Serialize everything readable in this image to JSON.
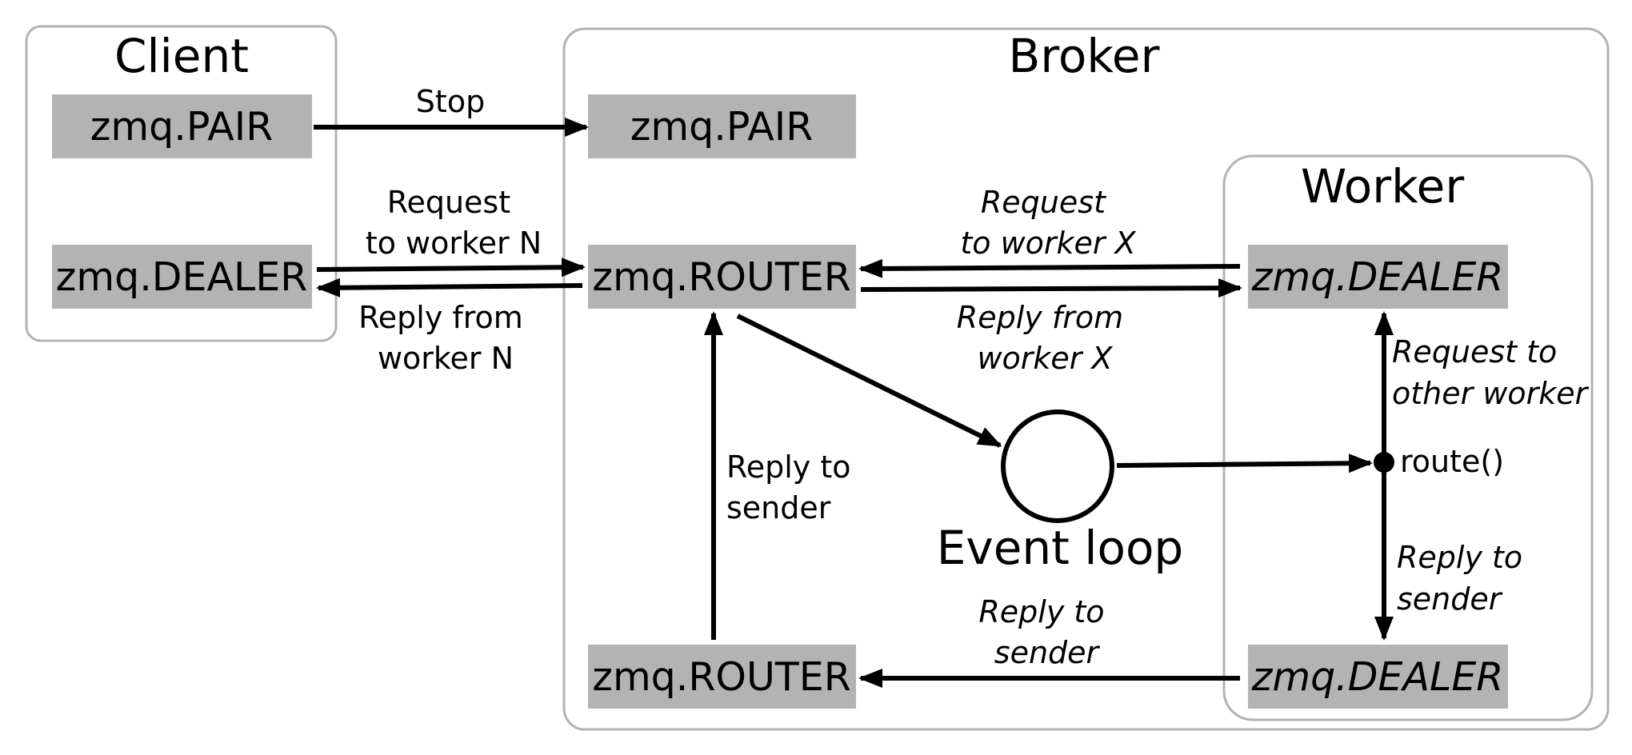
{
  "groups": {
    "client": "Client",
    "broker": "Broker",
    "worker": "Worker"
  },
  "sockets": {
    "client_pair": "zmq.PAIR",
    "client_dealer": "zmq.DEALER",
    "broker_pair": "zmq.PAIR",
    "broker_router_front": "zmq.ROUTER",
    "broker_router_back": "zmq.ROUTER",
    "worker_dealer_top": "zmq.DEALER",
    "worker_dealer_bottom": "zmq.DEALER"
  },
  "event_loop": "Event loop",
  "route_label": "route()",
  "edges": {
    "stop": "Stop",
    "request_n": [
      "Request",
      "to worker N"
    ],
    "reply_n": [
      "Reply from",
      "worker N"
    ],
    "request_x": [
      "Request",
      "to worker X"
    ],
    "reply_x": [
      "Reply from",
      "worker X"
    ],
    "request_other": [
      "Request to",
      "other worker"
    ],
    "reply_sender_worker": [
      "Reply to",
      "sender"
    ],
    "reply_sender_bottom": [
      "Reply to",
      "sender"
    ],
    "reply_sender_broker": [
      "Reply to",
      "sender"
    ]
  }
}
